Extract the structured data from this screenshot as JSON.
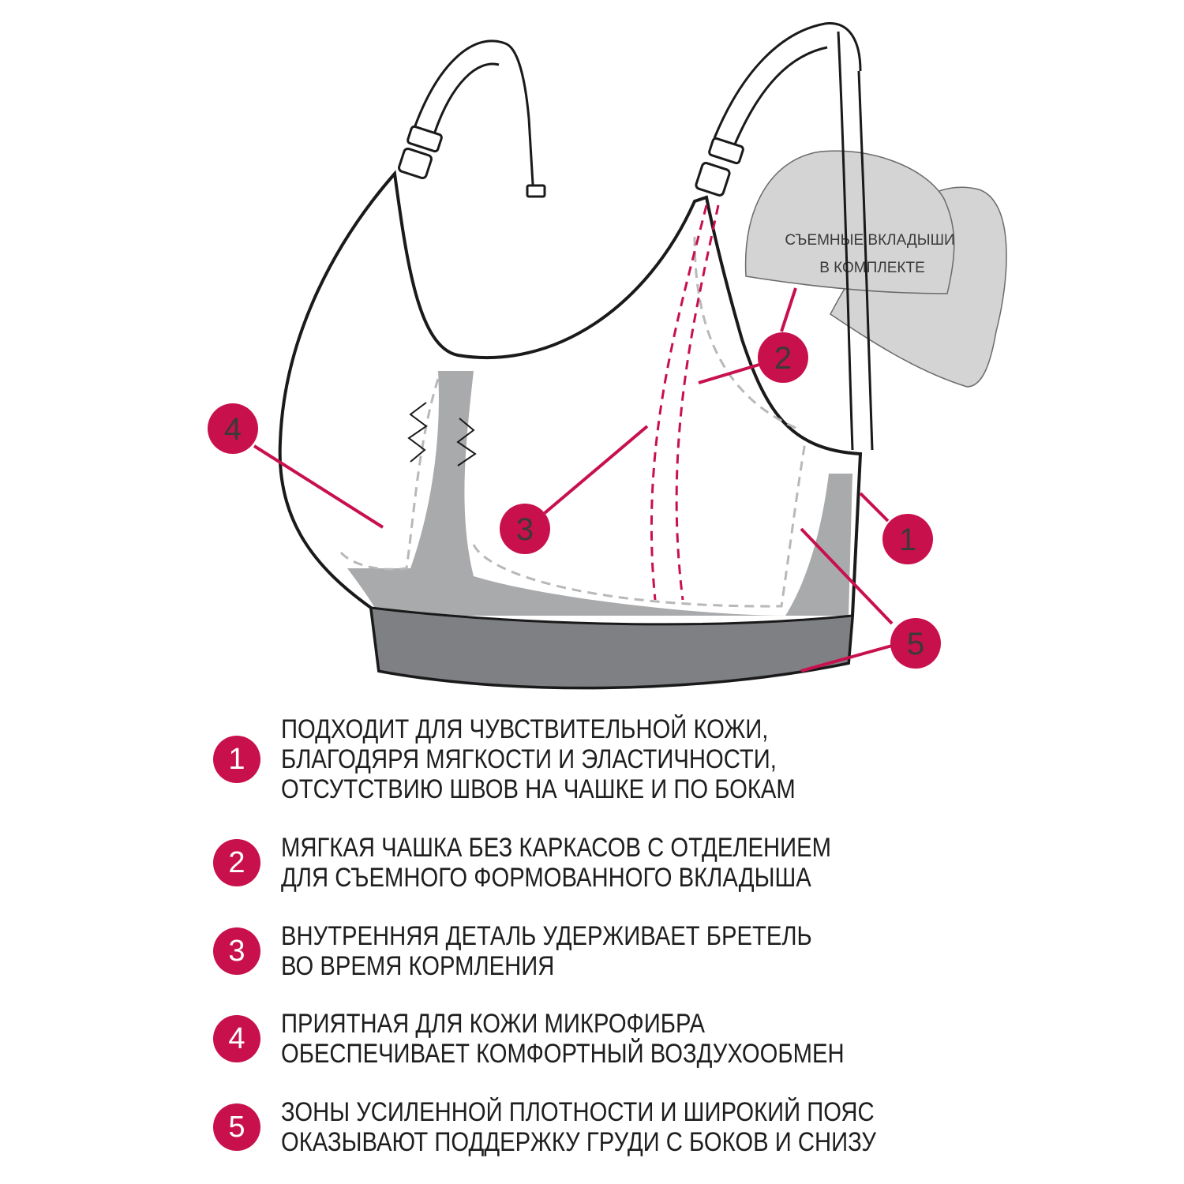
{
  "colors": {
    "accent": "#c8104c",
    "outline": "#1a1a1a",
    "light_gray": "#a9aaac",
    "dark_gray": "#7f8084",
    "insert_gray": "#d4d4d4"
  },
  "insert_label": {
    "line1": "СЪЕМНЫЕ ВКЛАДЫШИ",
    "line2": "В КОМПЛЕКТЕ"
  },
  "markers": [
    {
      "id": "1",
      "label": "1"
    },
    {
      "id": "2",
      "label": "2"
    },
    {
      "id": "3",
      "label": "3"
    },
    {
      "id": "4",
      "label": "4"
    },
    {
      "id": "5",
      "label": "5"
    }
  ],
  "features": [
    {
      "number": "1",
      "lines": [
        "ПОДХОДИТ ДЛЯ ЧУВСТВИТЕЛЬНОЙ КОЖИ,",
        "БЛАГОДЯРЯ МЯГКОСТИ И ЭЛАСТИЧНОСТИ,",
        "ОТСУТСТВИЮ ШВОВ НА ЧАШКЕ И ПО БОКАМ"
      ]
    },
    {
      "number": "2",
      "lines": [
        "МЯГКАЯ ЧАШКА БЕЗ КАРКАСОВ С ОТДЕЛЕНИЕМ",
        "ДЛЯ СЪЕМНОГО ФОРМОВАННОГО ВКЛАДЫША"
      ]
    },
    {
      "number": "3",
      "lines": [
        "ВНУТРЕННЯЯ ДЕТАЛЬ УДЕРЖИВАЕТ БРЕТЕЛЬ",
        "ВО ВРЕМЯ КОРМЛЕНИЯ"
      ]
    },
    {
      "number": "4",
      "lines": [
        "ПРИЯТНАЯ ДЛЯ КОЖИ МИКРОФИБРА",
        "ОБЕСПЕЧИВАЕТ КОМФОРТНЫЙ ВОЗДУХООБМЕН"
      ]
    },
    {
      "number": "5",
      "lines": [
        "ЗОНЫ УСИЛЕННОЙ ПЛОТНОСТИ И ШИРОКИЙ ПОЯС",
        "ОКАЗЫВАЮТ ПОДДЕРЖКУ ГРУДИ С БОКОВ И СНИЗУ"
      ]
    }
  ]
}
